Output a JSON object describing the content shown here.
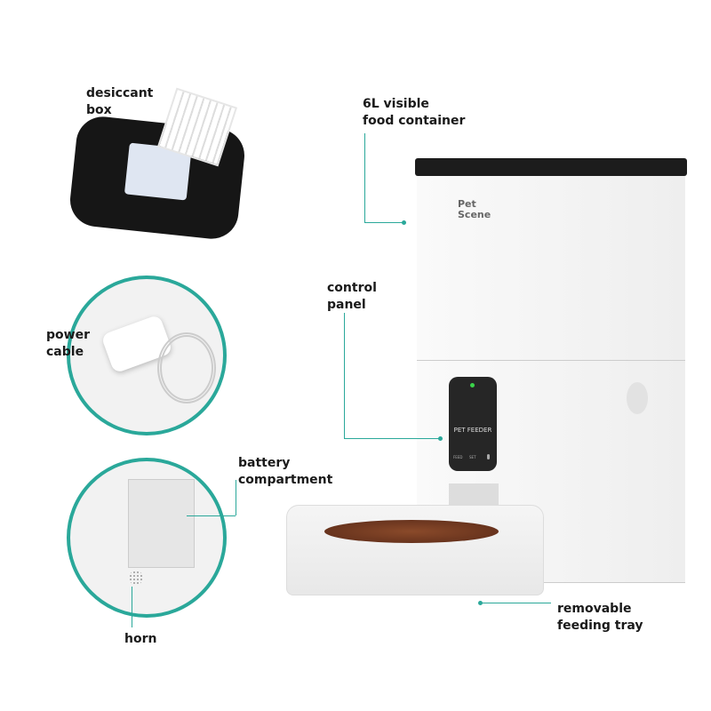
{
  "labels": {
    "desiccant": [
      "desiccant",
      "box"
    ],
    "container": [
      "6L visible",
      "food container"
    ],
    "control": [
      "control",
      "panel"
    ],
    "power": [
      "power",
      "cable"
    ],
    "battery": [
      "battery",
      "compartment"
    ],
    "horn": "horn",
    "tray": [
      "removable",
      "feeding tray"
    ]
  },
  "product": {
    "brand_logo": "Pet Scene",
    "panel_text": "PET FEEDER",
    "panel_buttons": [
      "FEED",
      "SET",
      "mic-icon"
    ],
    "indicator_color": "#3ad44a"
  },
  "colors": {
    "accent": "#2aa89a",
    "body": "#f4f4f4",
    "lid": "#1c1c1c"
  }
}
